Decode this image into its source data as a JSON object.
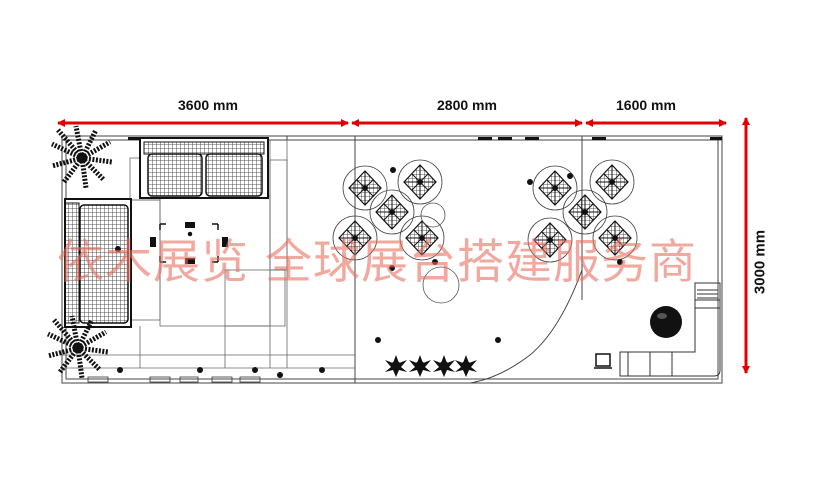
{
  "dimensions": {
    "width_1": "3600 mm",
    "width_2": "2800 mm",
    "width_3": "1600 mm",
    "depth": "3000 mm"
  },
  "watermark": "依木展览 全球展台搭建服务商",
  "colors": {
    "dimension_arrow": "#e00000",
    "watermark": "#e8705f",
    "line": "#333333"
  },
  "icons": [
    "palm-plant-icon",
    "sofa-icon",
    "armchair-icon",
    "coffee-table-icon",
    "bar-stool-icon",
    "spiky-plant-icon",
    "round-table-icon",
    "round-object-icon"
  ]
}
